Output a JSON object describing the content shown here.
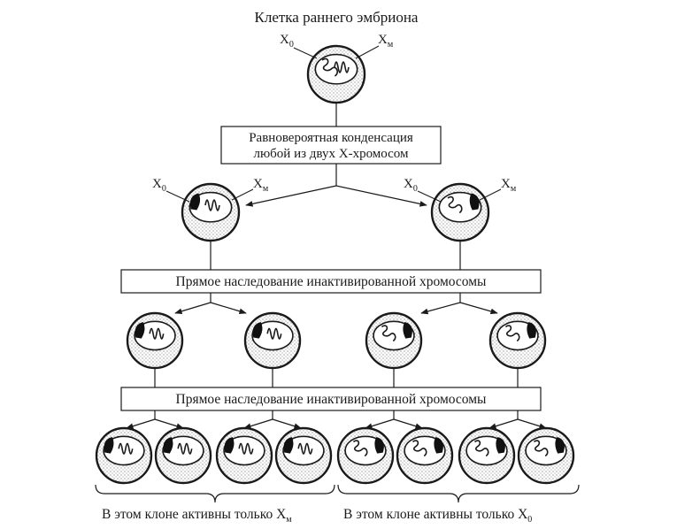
{
  "title": "Клетка раннего эмбриона",
  "labels": {
    "x_o": "X",
    "x_o_sub": "0",
    "x_m": "X",
    "x_m_sub": "м"
  },
  "box1": {
    "line1": "Равновероятная конденсация",
    "line2": "любой из двух Х-хромосом"
  },
  "box2": "Прямое наследование инактивированной хромосомы",
  "box3": "Прямое наследование инактивированной хромосомы",
  "clone_left": {
    "text": "В этом клоне активны только Х",
    "sub": "м"
  },
  "clone_right": {
    "text": "В этом клоне активны только Х",
    "sub": "0"
  }
}
